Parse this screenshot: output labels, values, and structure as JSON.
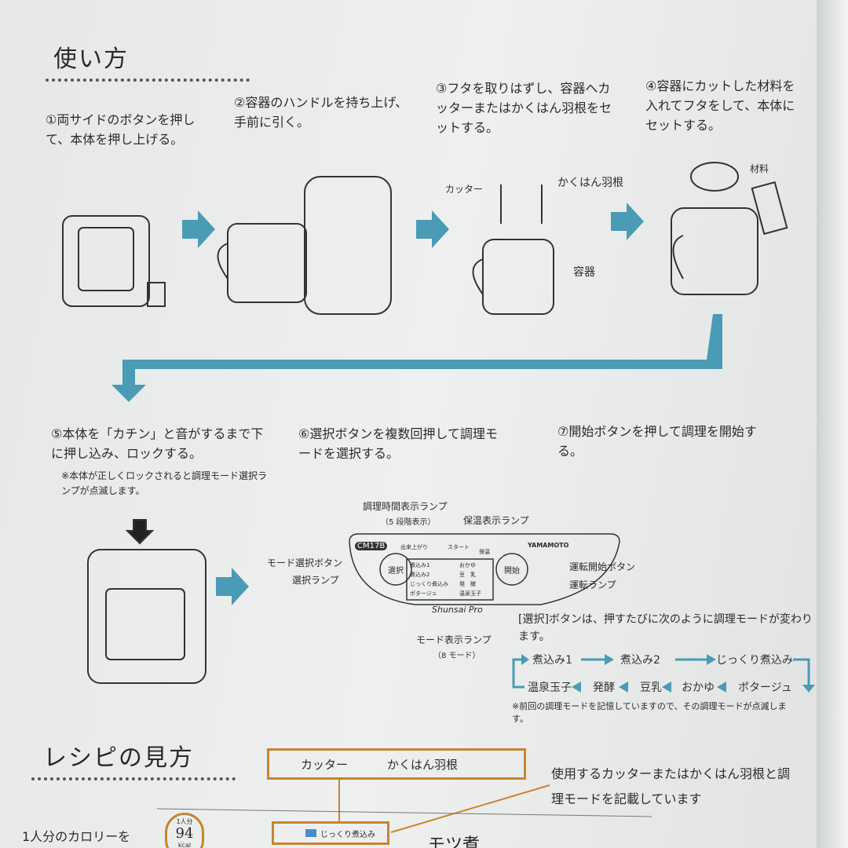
{
  "section1": {
    "title": "使い方"
  },
  "steps": [
    {
      "text": "①両サイドのボタンを押して、本体を押し上げる。"
    },
    {
      "text": "②容器のハンドルを持ち上げ、手前に引く。"
    },
    {
      "text": "③フタを取りはずし、容器へカッターまたはかくはん羽根をセットする。"
    },
    {
      "text": "④容器にカットした材料を入れてフタをして、本体にセットする。"
    },
    {
      "text": "⑤本体を「カチン」と音がするまで下に押し込み、ロックする。",
      "note": "※本体が正しくロックされると調理モード選択ランプが点滅します。"
    },
    {
      "text": "⑥選択ボタンを複数回押して調理モードを選択する。"
    },
    {
      "text": "⑦開始ボタンを押して調理を開始する。"
    }
  ],
  "step3_labels": {
    "cutter": "カッター",
    "blade": "かくはん羽根",
    "container": "容器"
  },
  "step4_labels": {
    "ingredients": "材料"
  },
  "panel": {
    "callouts": {
      "time_lamp": "調理時間表示ランプ",
      "time_lamp_sub": "（5 段階表示）",
      "keep_warm_lamp": "保温表示ランプ",
      "mode_select_button": "モード選択ボタン",
      "select_lamp": "選択ランプ",
      "start_button": "運転開始ボタン",
      "run_lamp": "運転ランプ",
      "mode_lamp": "モード表示ランプ",
      "mode_lamp_sub": "（8 モード）"
    },
    "model": "CM17B",
    "brand": "YAMAMOTO",
    "logo": "Shunsai Pro",
    "time_labels": {
      "done": "出来上がり",
      "start": "スタート"
    },
    "keep_warm": "保温",
    "select": "選択",
    "start": "開始",
    "modes": [
      "煮込み1",
      "煮込み2",
      "じっくり煮込み",
      "ポタージュ",
      "おかゆ",
      "豆　乳",
      "発　酵",
      "温泉玉子"
    ]
  },
  "mode_cycle": {
    "intro": "[選択]ボタンは、押すたびに次のように調理モードが変わります。",
    "row1": [
      "煮込み1",
      "煮込み2",
      "じっくり煮込み"
    ],
    "row2": [
      "温泉玉子",
      "発酵",
      "豆乳",
      "おかゆ",
      "ポタージュ"
    ],
    "note": "※前回の調理モードを記憶していますので、その調理モードが点滅します。"
  },
  "section2": {
    "title": "レシピの見方",
    "legend_cutter": "カッター",
    "legend_blade": "かくはん羽根",
    "legend_desc": "使用するカッターまたはかくはん羽根と調理モードを記載しています",
    "calorie_label": "1人分のカロリーを",
    "calorie_unit_top": "1人分",
    "calorie_value": "94",
    "calorie_unit": "kcal",
    "mode_tag": "じっくり煮込み",
    "recipe_title": "モツ煮"
  },
  "colors": {
    "teal": "#4a9bb5",
    "orange": "#c8842f"
  }
}
